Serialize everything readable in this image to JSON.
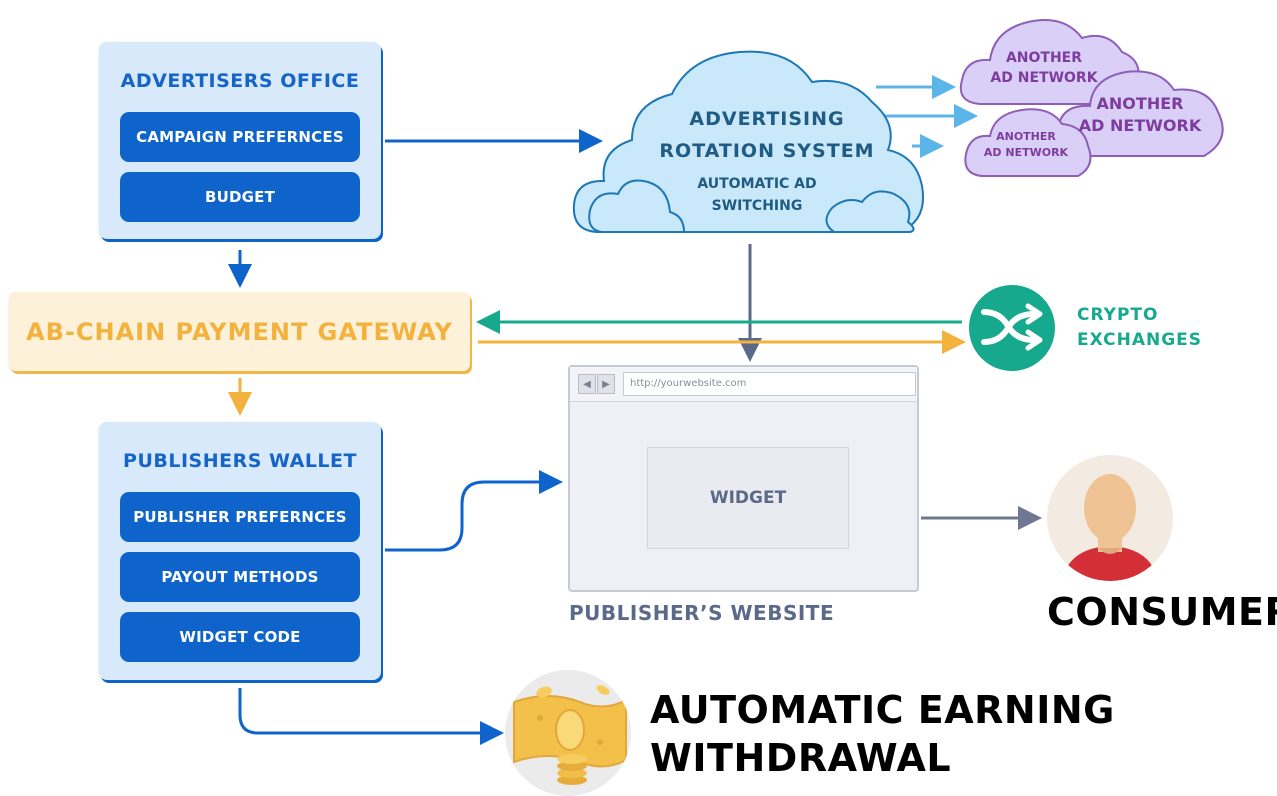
{
  "advertisers": {
    "title": "ADVERTISERS OFFICE",
    "buttons": [
      "CAMPAIGN PREFERNCES",
      "BUDGET"
    ]
  },
  "rotation": {
    "title_line1": "ADVERTISING",
    "title_line2": "ROTATION SYSTEM",
    "sub_line1": "AUTOMATIC AD",
    "sub_line2": "SWITCHING"
  },
  "networks": [
    {
      "line1": "ANOTHER",
      "line2": "AD NETWORK"
    },
    {
      "line1": "ANOTHER",
      "line2": "AD NETWORK"
    },
    {
      "line1": "ANOTHER",
      "line2": "AD NETWORK"
    }
  ],
  "gateway": {
    "label": "AB-CHAIN PAYMENT GATEWAY"
  },
  "crypto": {
    "line1": "CRYPTO",
    "line2": "EXCHANGES"
  },
  "publishers": {
    "title": "PUBLISHERS WALLET",
    "buttons": [
      "PUBLISHER PREFERNCES",
      "PAYOUT METHODS",
      "WIDGET CODE"
    ]
  },
  "website": {
    "url": "http://yourwebsite.com",
    "widget_label": "WIDGET",
    "label": "PUBLISHER’S WEBSITE"
  },
  "consumer": {
    "label": "CONSUMER"
  },
  "withdrawal": {
    "line1": "AUTOMATIC EARNING",
    "line2": "WITHDRAWAL"
  },
  "colors": {
    "blue": "#0f64cb",
    "panel": "#d7e9fb",
    "cloud": "#c9e8fa",
    "network": "#d9cff7",
    "gold": "#f3b23d",
    "teal": "#17a98e",
    "slate": "#5b6a88"
  }
}
